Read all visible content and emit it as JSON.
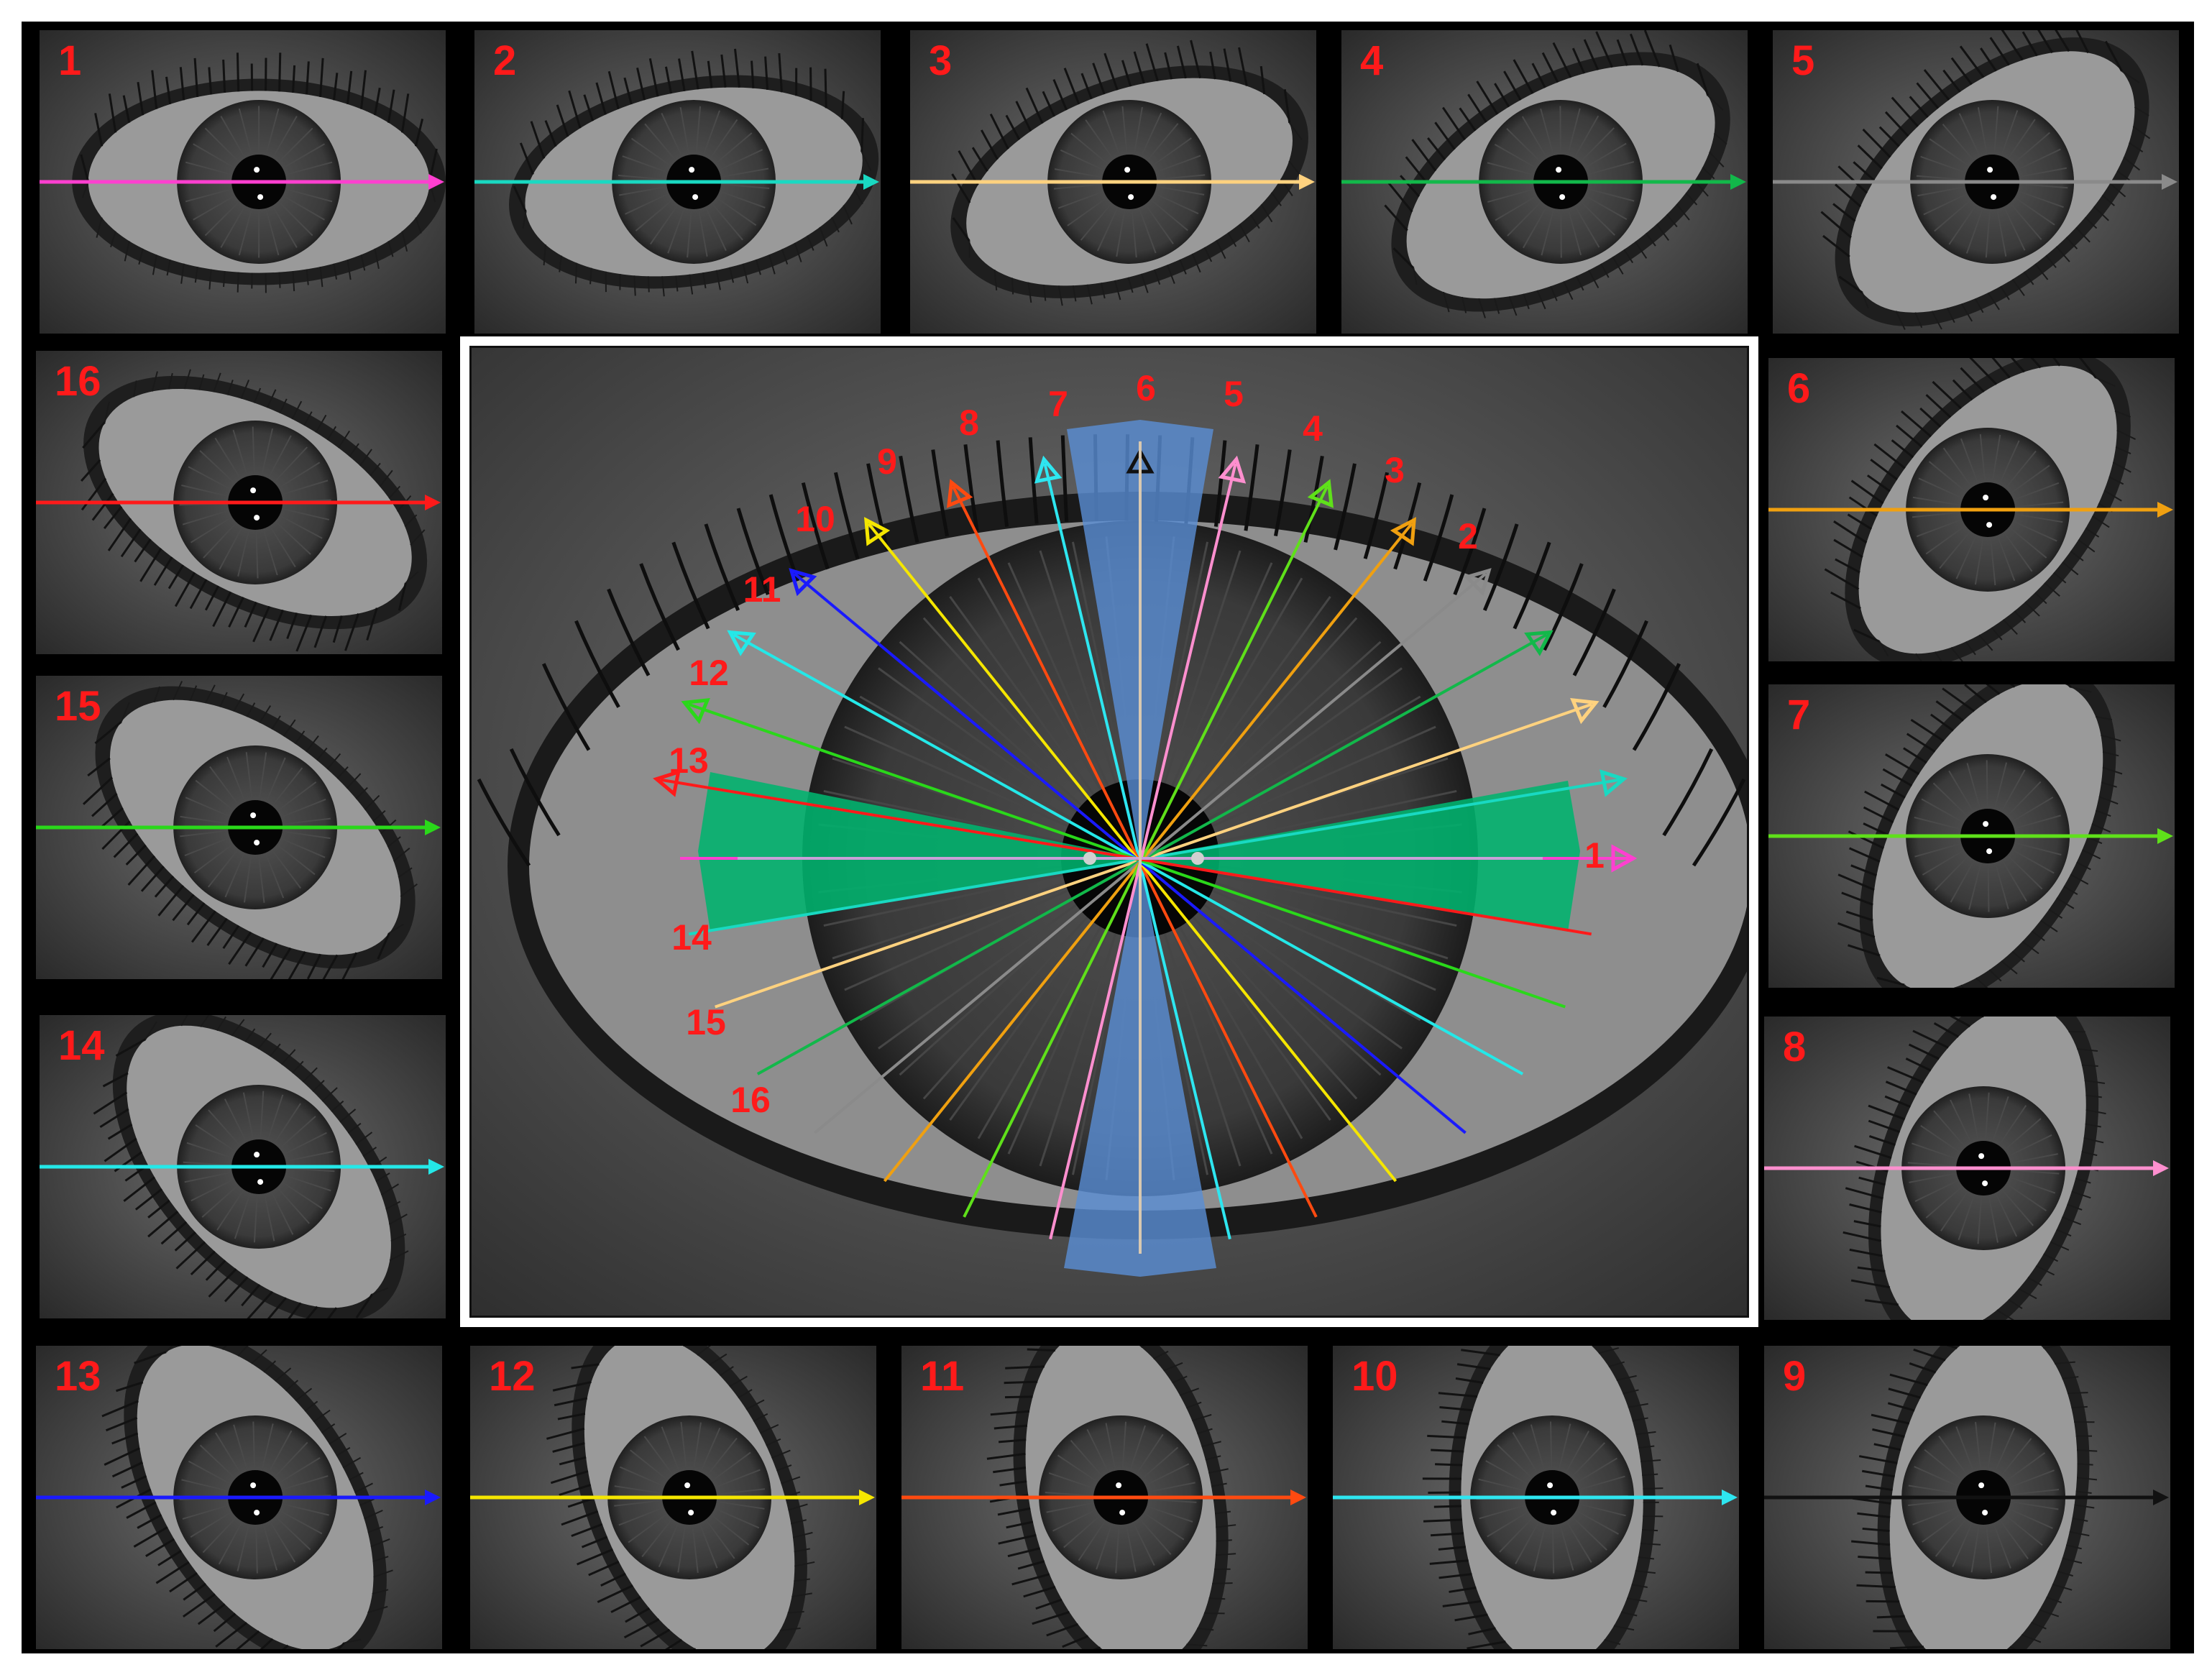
{
  "meridians": [
    {
      "id": "1",
      "color": "#ff3fd0",
      "deg": 0
    },
    {
      "id": "2",
      "color": "#19d9c2",
      "deg": 11.25
    },
    {
      "id": "3",
      "color": "#ffd27f",
      "deg": 22.5
    },
    {
      "id": "4",
      "color": "#12b84a",
      "deg": 33.75
    },
    {
      "id": "5",
      "color": "#8a8a8a",
      "deg": 45
    },
    {
      "id": "6",
      "color": "#f0a010",
      "deg": 56.25
    },
    {
      "id": "7",
      "color": "#5fe01a",
      "deg": 67.5
    },
    {
      "id": "8",
      "color": "#ff8fcf",
      "deg": 78.75
    },
    {
      "id": "9",
      "color": "#111111",
      "deg": 90
    },
    {
      "id": "10",
      "color": "#2ee6f0",
      "deg": 101.25
    },
    {
      "id": "11",
      "color": "#ff4a10",
      "deg": 112.5
    },
    {
      "id": "12",
      "color": "#f5e600",
      "deg": 123.75
    },
    {
      "id": "13",
      "color": "#1a1aff",
      "deg": 135
    },
    {
      "id": "14",
      "color": "#24e8e8",
      "deg": 146.25
    },
    {
      "id": "15",
      "color": "#2ad81a",
      "deg": 157.5
    },
    {
      "id": "16",
      "color": "#ff1a1a",
      "deg": 168.75
    }
  ],
  "center_labels": [
    "1",
    "2",
    "3",
    "4",
    "5",
    "6",
    "7",
    "8",
    "9",
    "10",
    "11",
    "12",
    "13",
    "14",
    "15",
    "16"
  ],
  "colors": {
    "label_red": "#ff1a1a",
    "horizontal_sector": "#00b46e",
    "vertical_sector": "#5a8fd6",
    "frame_black": "#000000"
  }
}
